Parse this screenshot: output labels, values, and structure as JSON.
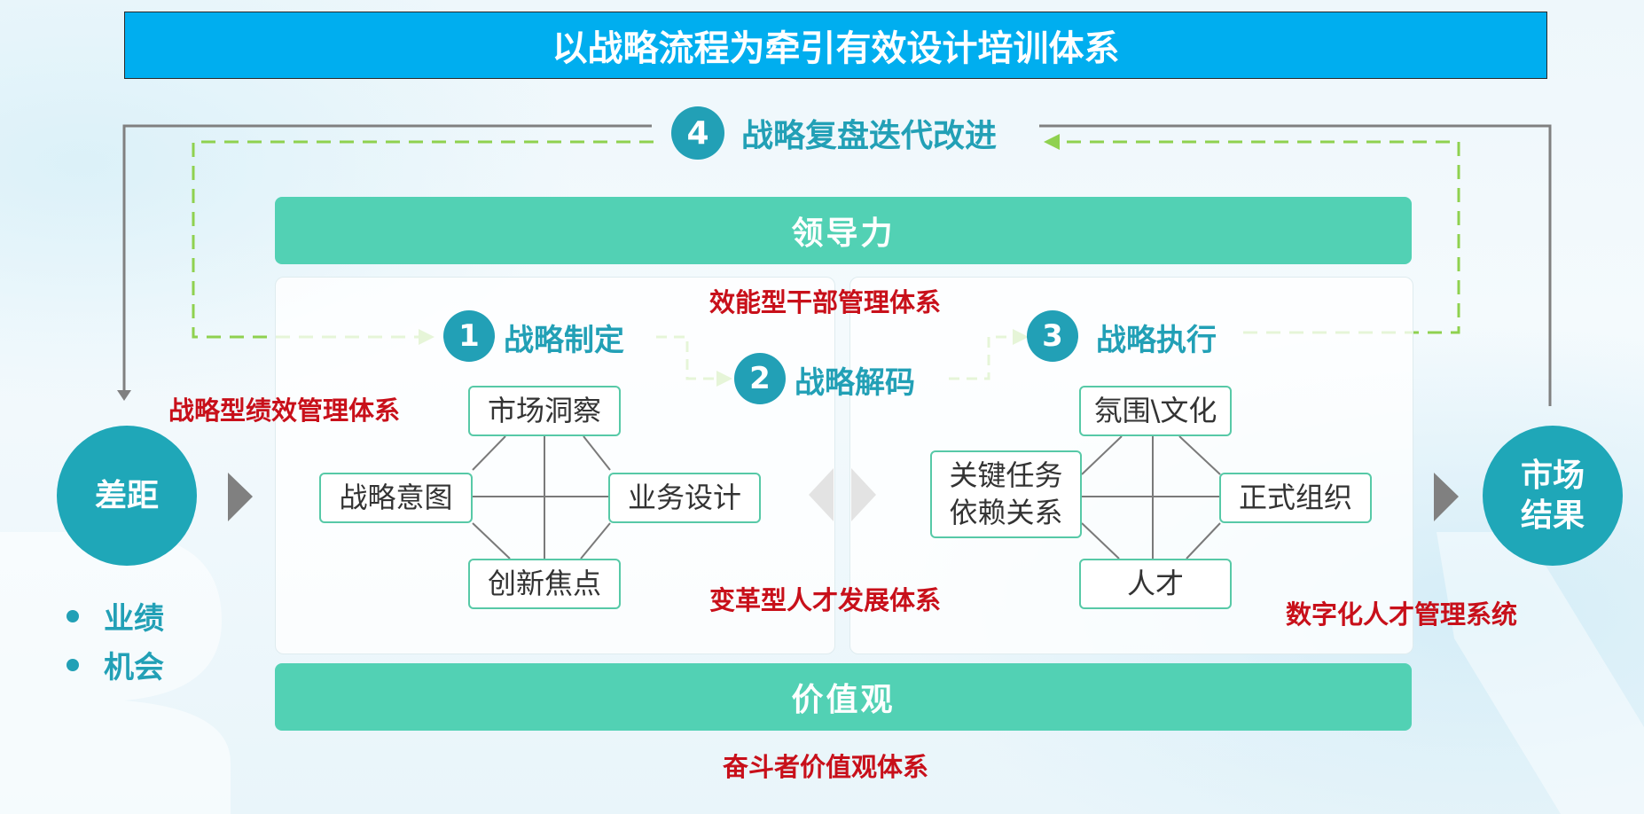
{
  "title": "以战略流程为牵引有效设计培训体系",
  "iteration": {
    "number": "4",
    "label": "战略复盘迭代改进"
  },
  "bands": {
    "top": "领导力",
    "bottom": "价值观"
  },
  "systems": {
    "cadre": "效能型干部管理体系",
    "performance": "战略型绩效管理体系",
    "talent_dev": "变革型人才发展体系",
    "digital": "数字化人才管理系统",
    "values": "奋斗者价值观体系"
  },
  "steps": [
    {
      "number": "1",
      "label": "战略制定"
    },
    {
      "number": "2",
      "label": "战略解码"
    },
    {
      "number": "3",
      "label": "战略执行"
    }
  ],
  "left_diagram": {
    "top": "市场洞察",
    "left": "战略意图",
    "right": "业务设计",
    "bottom": "创新焦点"
  },
  "right_diagram": {
    "top": "氛围\\文化",
    "left_line1": "关键任务",
    "left_line2": "依赖关系",
    "right": "正式组织",
    "bottom": "人才"
  },
  "gap": {
    "label": "差距",
    "bullets": [
      "业绩",
      "机会"
    ]
  },
  "result": {
    "line1": "市场",
    "line2": "结果"
  },
  "colors": {
    "title_bg": "#00aeef",
    "band": "#52d1b4",
    "teal": "#22a0b6",
    "red": "#c8101a",
    "dash_green": "#8fd14f",
    "arrow_gray": "#808080"
  }
}
